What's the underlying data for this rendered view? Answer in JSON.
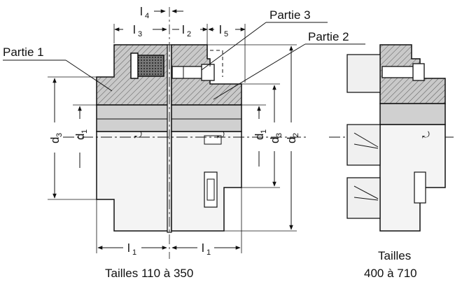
{
  "labels": {
    "part1": "Partie 1",
    "part2": "Partie 2",
    "part3": "Partie 3"
  },
  "dims": {
    "l4": {
      "base": "l",
      "sub": "4"
    },
    "l3": {
      "base": "l",
      "sub": "3"
    },
    "l2": {
      "base": "l",
      "sub": "2"
    },
    "l5": {
      "base": "l",
      "sub": "5"
    },
    "l1_left": {
      "base": "l",
      "sub": "1"
    },
    "l1_right": {
      "base": "l",
      "sub": "1"
    },
    "d3_left": {
      "base": "d",
      "sub": "3"
    },
    "d1_left": {
      "base": "d",
      "sub": "1"
    },
    "d1_right": {
      "base": "d",
      "sub": "1"
    },
    "d3_right": {
      "base": "d",
      "sub": "3"
    },
    "d2": {
      "base": "d",
      "sub": "2"
    }
  },
  "captions": {
    "left": "Tailles 110 à  350",
    "right_line1": "Tailles",
    "right_line2": "400 à 710"
  }
}
